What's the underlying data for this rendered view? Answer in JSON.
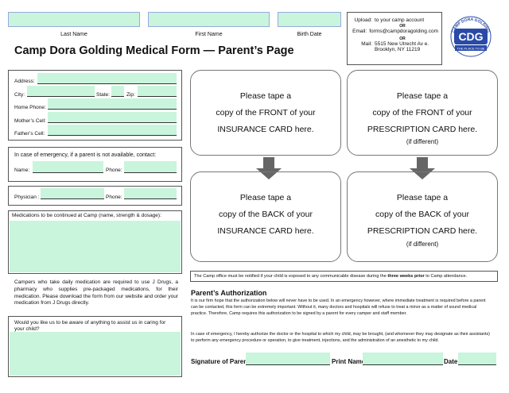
{
  "header": {
    "last_name_label": "Last Name",
    "first_name_label": "First Name",
    "birth_date_label": "Birth Date",
    "title": "Camp Dora Golding Medical Form — Parent’s Page"
  },
  "upload_box": {
    "upload_label": "Upload:",
    "upload_text": "to your camp account",
    "or1": "OR",
    "email_label": "Email:",
    "email_text": "forms@campdoragolding.com",
    "or2": "OR",
    "mail_label": "Mail:",
    "mail_line1": "5515 New Utrecht Av e.",
    "mail_line2": "Brooklyn, NY 11219"
  },
  "logo": {
    "top_text": "CAMP DORA GOLDING",
    "monogram": "CDG",
    "bottom_text": "THE PLACE TO BE"
  },
  "contact": {
    "address": "Address:",
    "city": "City:",
    "state": "State:",
    "zip": "Zip:",
    "home_phone": "Home Phone:",
    "mothers_cell": "Mother’s Cell:",
    "fathers_cell": "Father’s Cell:"
  },
  "emergency": {
    "heading": "In case of emergency, if a parent is not available, contact:",
    "name": "Name:",
    "phone": "Phone:"
  },
  "physician": {
    "label": "Physician :",
    "phone": "Phone:"
  },
  "medications": {
    "heading": "Medications to be continued at Camp (name, strength & dosage):",
    "note": "Campers who take daily medication are required to use J Drugs, a pharmacy who supplies pre-packaged medications, for their medication. Please download the form from our website and order your medication from J Drugs directly."
  },
  "assist": {
    "question": "Would you like us to be aware of anything to assist us in caring for your child?"
  },
  "cards": {
    "ins_front": [
      "Please  tape a",
      "copy of the FRONT of your",
      "INSURANCE CARD here."
    ],
    "rx_front": [
      "Please  tape a",
      "copy of the FRONT of your",
      "PRESCRIPTION CARD here."
    ],
    "rx_front_note": "(if different)",
    "ins_back": [
      "Please  tape a",
      "copy of the BACK of your",
      "INSURANCE CARD here."
    ],
    "rx_back": [
      "Please  tape a",
      "copy of the BACK of your",
      "PRESCRIPTION CARD here."
    ],
    "rx_back_note": "(if different)"
  },
  "notice": {
    "before": "The Camp office must be notified if your child is exposed to any communicable disease during the ",
    "bold": "three weeks prior",
    "after": " to Camp attendance."
  },
  "authorization": {
    "heading": "Parent’s Authorization",
    "para1": "It is our firm hope that the authorization below will never have to be used. In an emergency however, where immediate treatment is required before a parent can be contacted, this form can be extremely important. Without it, many doctors and hospitals will refuse to treat a minor as a matter of sound medical practice. Therefore, Camp requires this authorization to be signed by a parent for every camper and staff member.",
    "para2": "In case of emergency, I hereby authorize the doctor or the hospital to which my child, may be brought, (and whomever they may designate as their assistants) to perform any emergency procedure or operation, to give treatment, injections, and the administration of an anesthetic to my child.",
    "signature": "Signature of Parent",
    "print_name": "Print Name",
    "date": "Date"
  }
}
